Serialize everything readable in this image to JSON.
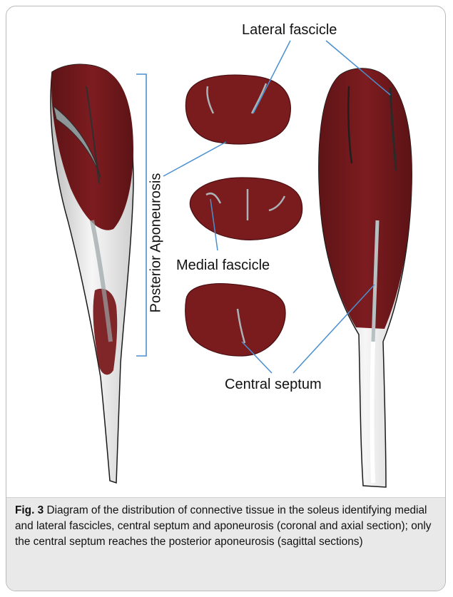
{
  "figure": {
    "labels": {
      "lateral_fascicle": "Lateral fascicle",
      "medial_fascicle": "Medial fascicle",
      "central_septum": "Central septum",
      "posterior_aponeurosis": "Posterior Aponeurosis"
    },
    "caption": {
      "label": "Fig. 3",
      "text": "Diagram of the distribution of connective tissue in the soleus identifying medial and lateral fascicles, central septum and aponeurosis (coronal and axial section); only the central septum reaches the posterior aponeurosis (sagittal sections)"
    },
    "colors": {
      "muscle": "#7a1b1e",
      "muscle_dark": "#5a1214",
      "tendon": "#e6e6e6",
      "connective": "#9aa4a6",
      "leader_line": "#4a8fd0"
    }
  }
}
